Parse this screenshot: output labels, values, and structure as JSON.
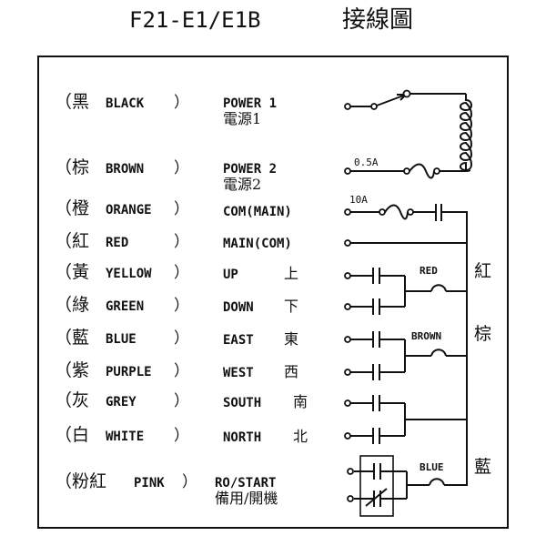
{
  "title": {
    "model": "F21-E1/E1B",
    "subtitle": "接線圖"
  },
  "wires": [
    {
      "open": "（黑",
      "color": "BLACK",
      "close": "）",
      "function": "POWER 1",
      "function_cn": "電源1"
    },
    {
      "open": "（棕",
      "color": "BROWN",
      "close": "）",
      "function": "POWER 2",
      "function_cn": "電源2"
    },
    {
      "open": "（橙",
      "color": "ORANGE",
      "close": "）",
      "function": "COM(MAIN)",
      "function_cn": ""
    },
    {
      "open": "（紅",
      "color": "RED",
      "close": "）",
      "function": "MAIN(COM)",
      "function_cn": ""
    },
    {
      "open": "（黃",
      "color": "YELLOW",
      "close": "）",
      "function": "UP",
      "function_cn": "上"
    },
    {
      "open": "（綠",
      "color": "GREEN",
      "close": "）",
      "function": "DOWN",
      "function_cn": "下"
    },
    {
      "open": "（藍",
      "color": "BLUE",
      "close": "）",
      "function": "EAST",
      "function_cn": "東"
    },
    {
      "open": "（紫",
      "color": "PURPLE",
      "close": "）",
      "function": "WEST",
      "function_cn": "西"
    },
    {
      "open": "（灰",
      "color": "GREY",
      "close": "）",
      "function": "SOUTH",
      "function_cn": "南"
    },
    {
      "open": "（白",
      "color": "WHITE",
      "close": "）",
      "function": "NORTH",
      "function_cn": "北"
    },
    {
      "open": "（粉紅",
      "color": "PINK",
      "close": "）",
      "function": "RO/START",
      "function_cn": "備用/開機"
    }
  ],
  "circuit": {
    "fuse_power": "0.5A",
    "fuse_main": "10A",
    "group_labels": [
      "RED",
      "BROWN",
      "BLUE"
    ],
    "group_labels_cn": [
      "紅",
      "棕",
      "藍"
    ]
  }
}
